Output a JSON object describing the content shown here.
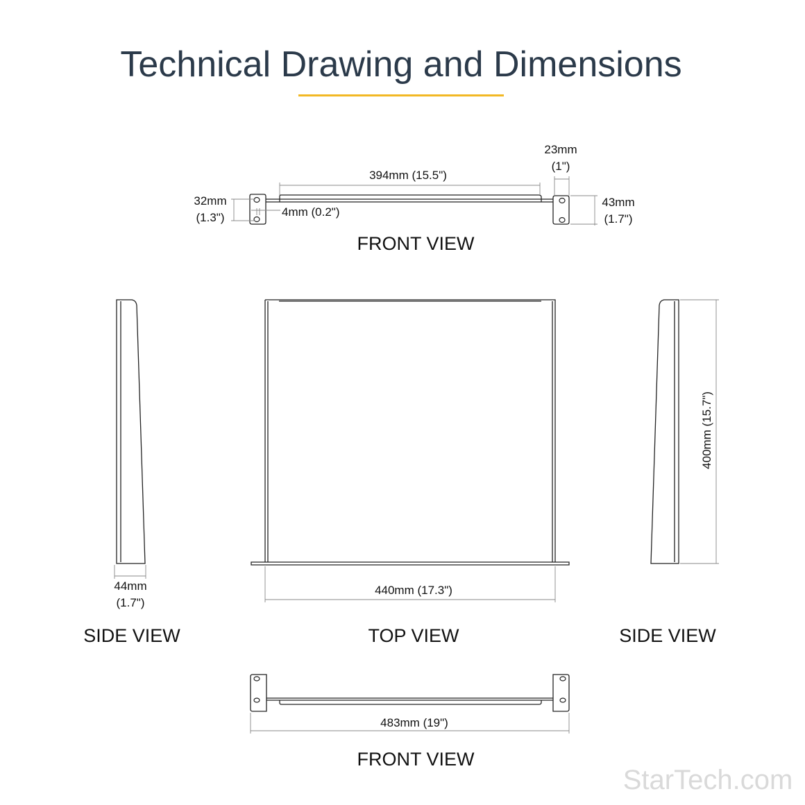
{
  "title": "Technical Drawing and Dimensions",
  "colors": {
    "title": "#2b3a4a",
    "accent": "#f2b824",
    "logo": "#d9d9d9"
  },
  "front_view_top": {
    "label": "FRONT VIEW",
    "tray_length": "394mm (15.5\")",
    "ear_width_mm": "23mm",
    "ear_width_in": "(1\")",
    "ear_height_mm": "43mm",
    "ear_height_in": "(1.7\")",
    "hole_spacing_mm": "32mm",
    "hole_spacing_in": "(1.3\")",
    "thickness": "4mm (0.2\")"
  },
  "side_view_left": {
    "label": "SIDE VIEW",
    "width_mm": "44mm",
    "width_in": "(1.7\")"
  },
  "top_view": {
    "label": "TOP VIEW",
    "width": "440mm (17.3\")"
  },
  "side_view_right": {
    "label": "SIDE VIEW",
    "depth": "400mm (15.7\")"
  },
  "front_view_bottom": {
    "label": "FRONT VIEW",
    "overall_width": "483mm (19\")"
  },
  "logo": "StarTech.com"
}
